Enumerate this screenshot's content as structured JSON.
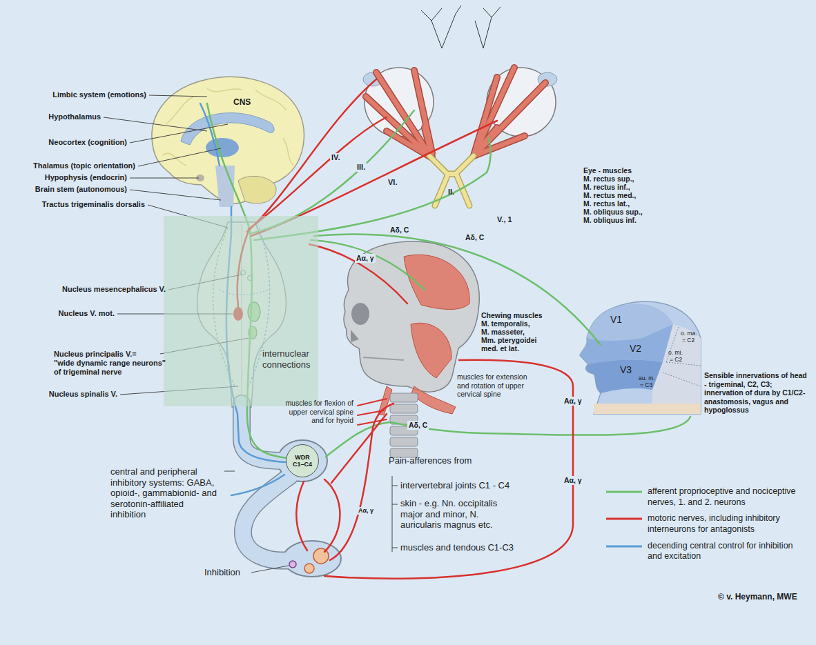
{
  "diagram": {
    "nodes": [
      {
        "text": [
          "internuclear connections"
        ]
      },
      {
        "text": [
          "WDR C1–C4"
        ]
      }
    ],
    "labels": [
      "CNS",
      "Limbic system (emotions)",
      "Hypothalamus",
      "Neocortex (cognition)",
      "Thalamus (topic orientation)",
      "Hypophysis (endocrin)",
      "Brain stem (autonomous)",
      "Tractus trigeminalis dorsalis",
      "Nucleus mesencephalicus V.",
      "Nucleus V. mot.",
      "Nucleus principalis V.=",
      "\"wide dynamic range neurons\"",
      "of trigeminal nerve",
      "Nucleus spinalis V.",
      "IV.",
      "III.",
      "VI.",
      "II.",
      "V., 1",
      "Eye - muscles",
      "M. rectus sup.,",
      "M. rectus inf.,",
      "M. rectus med.,",
      "M. rectus lat.,",
      "M. obliquus sup.,",
      "M. obliquus inf.",
      "Aδ, C",
      "Aδ, C",
      "Aα, γ",
      "Chewing muscles",
      "M. temporalis,",
      "M. masseter,",
      "Mm. pterygoidei",
      "med. et lat.",
      "V1",
      "V2",
      "V3",
      "o. ma.",
      "= C2",
      "o. mi.",
      "= C2",
      "au. m.",
      "= C3",
      "Sensible innervations of head - trigeminal, C2, C3; innervation of dura by C1/C2-anastomosis, vagus and hypoglossus",
      "muscles for extension and rotation of upper cervical spine",
      "Aα, γ",
      "muscles for flexion of upper cervical spine and for hyoid",
      "Aδ, C",
      "Pain-afferences from",
      "intervertebral joints C1 - C4",
      "skin - e.g. Nn. occipitalis major and minor, N. auricularis magnus etc.",
      "muscles and tendous C1-C3",
      "Aα, γ",
      "Aα, γ",
      "central and peripheral inhibitory systems: GABA, opioid-, gammabionid- and serotonin-affiliated inhibition",
      "Inhibition",
      "© v. Heymann, MWE"
    ],
    "legend": [
      {
        "text": "afferent proprioceptive and nociceptive nerves, 1. and 2. neurons"
      },
      {
        "text": "motoric nerves, including inhibitory interneurons for antagonists"
      },
      {
        "text": "decending central control for inhibition and excitation"
      }
    ]
  }
}
